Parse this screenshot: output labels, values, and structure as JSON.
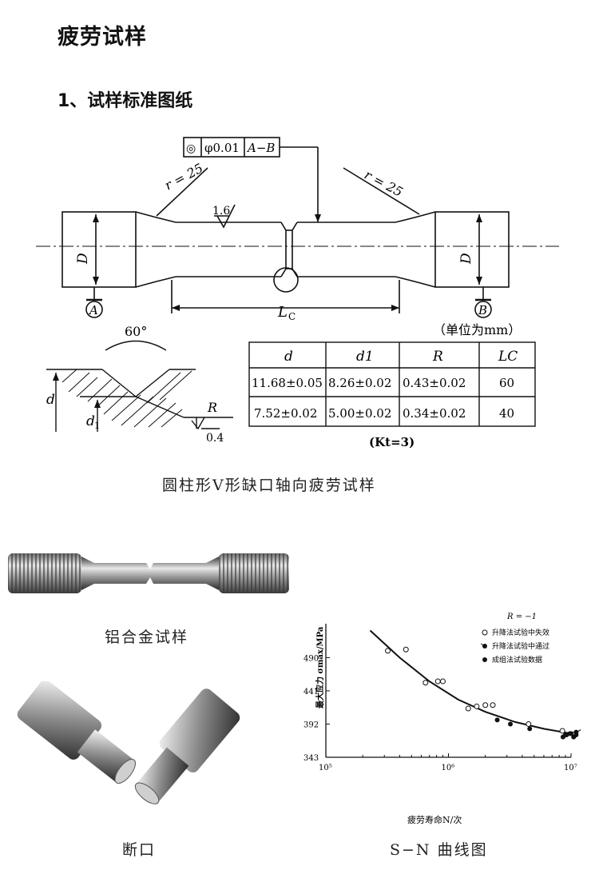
{
  "title": "疲劳试样",
  "section": "1、试样标准图纸",
  "drawing": {
    "tolerance": {
      "symbol": "◎",
      "value": "φ0.01",
      "datum": "A−B"
    },
    "radius_left": "r = 25",
    "radius_right": "r = 25",
    "roughness": "1.6",
    "dim_D": "D",
    "datum_a": "A",
    "datum_b": "B",
    "dim_lc": "L",
    "dim_lc_sub": "C",
    "unit_note": "（单位为mm）",
    "notch_angle": "60°",
    "notch_d": "d",
    "notch_d1": "d",
    "notch_d1_sub": "1",
    "notch_R": "R",
    "notch_roughness": "0.4"
  },
  "table": {
    "headers": [
      "d",
      "d1",
      "R",
      "LC"
    ],
    "rows": [
      [
        "11.68±0.05",
        "8.26±0.02",
        "0.43±0.02",
        "60"
      ],
      [
        "7.52±0.02",
        "5.00±0.02",
        "0.34±0.02",
        "40"
      ]
    ],
    "note": "(Kt=3)"
  },
  "caption_drawing": "圆柱形V形缺口轴向疲劳试样",
  "caption_aluminum": "铝合金试样",
  "caption_fracture": "断口",
  "caption_sn": "S−N 曲线图",
  "chart_data": {
    "type": "scatter",
    "title": "R = −1",
    "xlabel": "疲劳寿命N/次",
    "ylabel": "最大应力 σmax/MPa",
    "x_scale": "log",
    "xlim": [
      100000,
      10000000
    ],
    "ylim": [
      343,
      540
    ],
    "x_ticks": [
      "10⁵",
      "10⁶",
      "10⁷"
    ],
    "y_ticks": [
      343,
      392,
      441,
      490
    ],
    "legend": [
      "升降法试验中失效",
      "升降法试验中通过",
      "成组法试验数据"
    ],
    "legend_position": "top-right",
    "series": [
      {
        "name": "升降法试验中失效",
        "marker": "open-circle",
        "points": [
          [
            320000,
            500
          ],
          [
            450000,
            502
          ],
          [
            650000,
            453
          ],
          [
            820000,
            455
          ],
          [
            900000,
            455
          ],
          [
            1450000,
            415
          ],
          [
            1700000,
            418
          ],
          [
            2000000,
            420
          ],
          [
            2300000,
            420
          ],
          [
            4500000,
            392
          ],
          [
            8500000,
            382
          ]
        ]
      },
      {
        "name": "升降法试验中通过",
        "marker": "flag-dot",
        "points": [
          [
            9000000,
            376
          ],
          [
            10000000,
            378
          ],
          [
            11000000,
            380
          ]
        ]
      },
      {
        "name": "成组法试验数据",
        "marker": "filled-circle",
        "points": [
          [
            2500000,
            398
          ],
          [
            3200000,
            392
          ],
          [
            4600000,
            385
          ],
          [
            8600000,
            373
          ],
          [
            9200000,
            376
          ],
          [
            9800000,
            378
          ],
          [
            10500000,
            373
          ],
          [
            11000000,
            376
          ]
        ]
      }
    ],
    "fit_curve": [
      [
        230000,
        530
      ],
      [
        400000,
        490
      ],
      [
        700000,
        455
      ],
      [
        1200000,
        428
      ],
      [
        2000000,
        410
      ],
      [
        3500000,
        395
      ],
      [
        6000000,
        385
      ],
      [
        10000000,
        378
      ]
    ]
  }
}
